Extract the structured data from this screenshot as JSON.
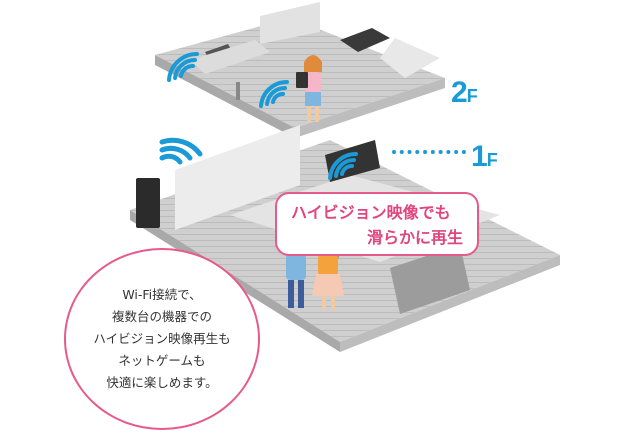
{
  "floors": {
    "upper": {
      "number": "2",
      "suffix": "F"
    },
    "lower": {
      "number": "1",
      "suffix": "F"
    }
  },
  "bubble": {
    "line1": "ハイビジョン映像でも",
    "line2": "滑らかに再生"
  },
  "circle": {
    "lines": [
      "Wi-Fi接続で、",
      "複数台の機器での",
      "ハイビジョン映像再生も",
      "ネットゲームも",
      "快適に楽しめます。"
    ]
  },
  "colors": {
    "accent_blue": "#1a9ad6",
    "accent_pink": "#e65a8c",
    "floor_gray": "#c9c9c9"
  },
  "icons": [
    "wifi-signal-icon",
    "router-icon",
    "laptop-icon",
    "tablet-icon",
    "tv-icon"
  ]
}
